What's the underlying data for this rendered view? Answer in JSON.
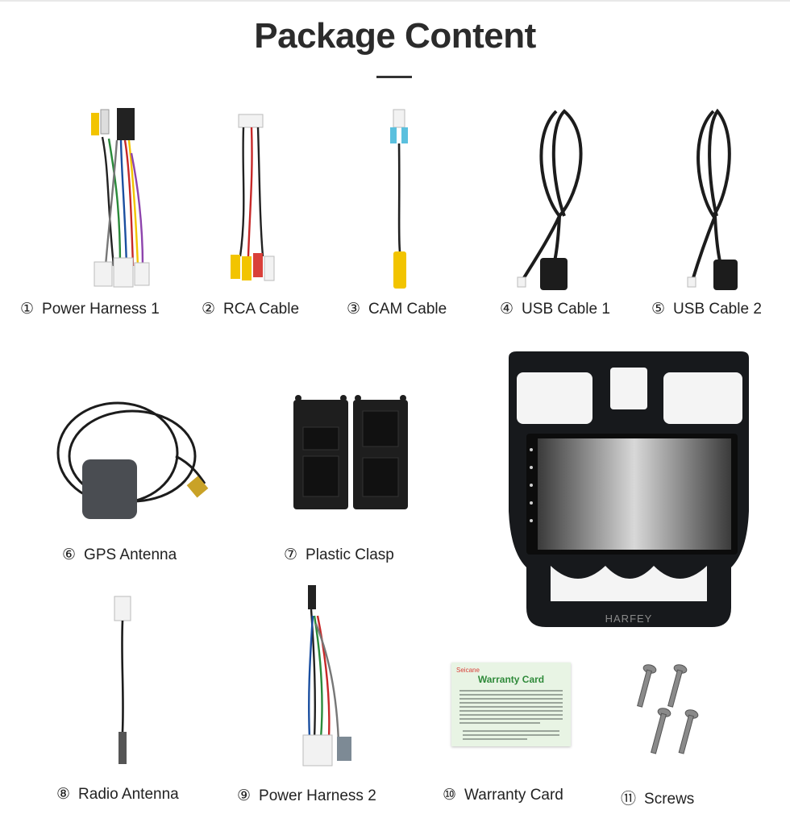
{
  "title": "Package Content",
  "items": [
    {
      "num": "①",
      "name": "Power Harness 1"
    },
    {
      "num": "②",
      "name": "RCA Cable"
    },
    {
      "num": "③",
      "name": "CAM Cable"
    },
    {
      "num": "④",
      "name": "USB Cable 1"
    },
    {
      "num": "⑤",
      "name": "USB Cable 2"
    },
    {
      "num": "⑥",
      "name": "GPS Antenna"
    },
    {
      "num": "⑦",
      "name": "Plastic Clasp"
    },
    {
      "num": "⑧",
      "name": "Radio Antenna"
    },
    {
      "num": "⑨",
      "name": "Power Harness 2"
    },
    {
      "num": "⑩",
      "name": "Warranty Card"
    },
    {
      "num": "⑪",
      "name": "Screws"
    }
  ],
  "warranty_card": {
    "brand": "Seicane",
    "title": "Warranty Card"
  },
  "head_unit": {
    "brand": "HARFEY"
  },
  "colors": {
    "cable_black": "#1c1c1c",
    "connector_white": "#f2f2f2",
    "rca_yellow": "#f2c400",
    "rca_red": "#d9403a",
    "card_green": "#e8f4e4",
    "card_title": "#2f8a3a",
    "screw_gray": "#8a8a8a"
  },
  "icons": {
    "power_harness": "wire-harness-icon",
    "rca": "rca-cable-icon",
    "cam": "camera-cable-icon",
    "usb": "usb-cable-icon",
    "gps": "gps-antenna-icon",
    "clasp": "plastic-clasp-icon",
    "radio": "radio-antenna-icon",
    "card": "warranty-card-icon",
    "screw": "screw-icon",
    "head_unit": "car-stereo-icon"
  }
}
